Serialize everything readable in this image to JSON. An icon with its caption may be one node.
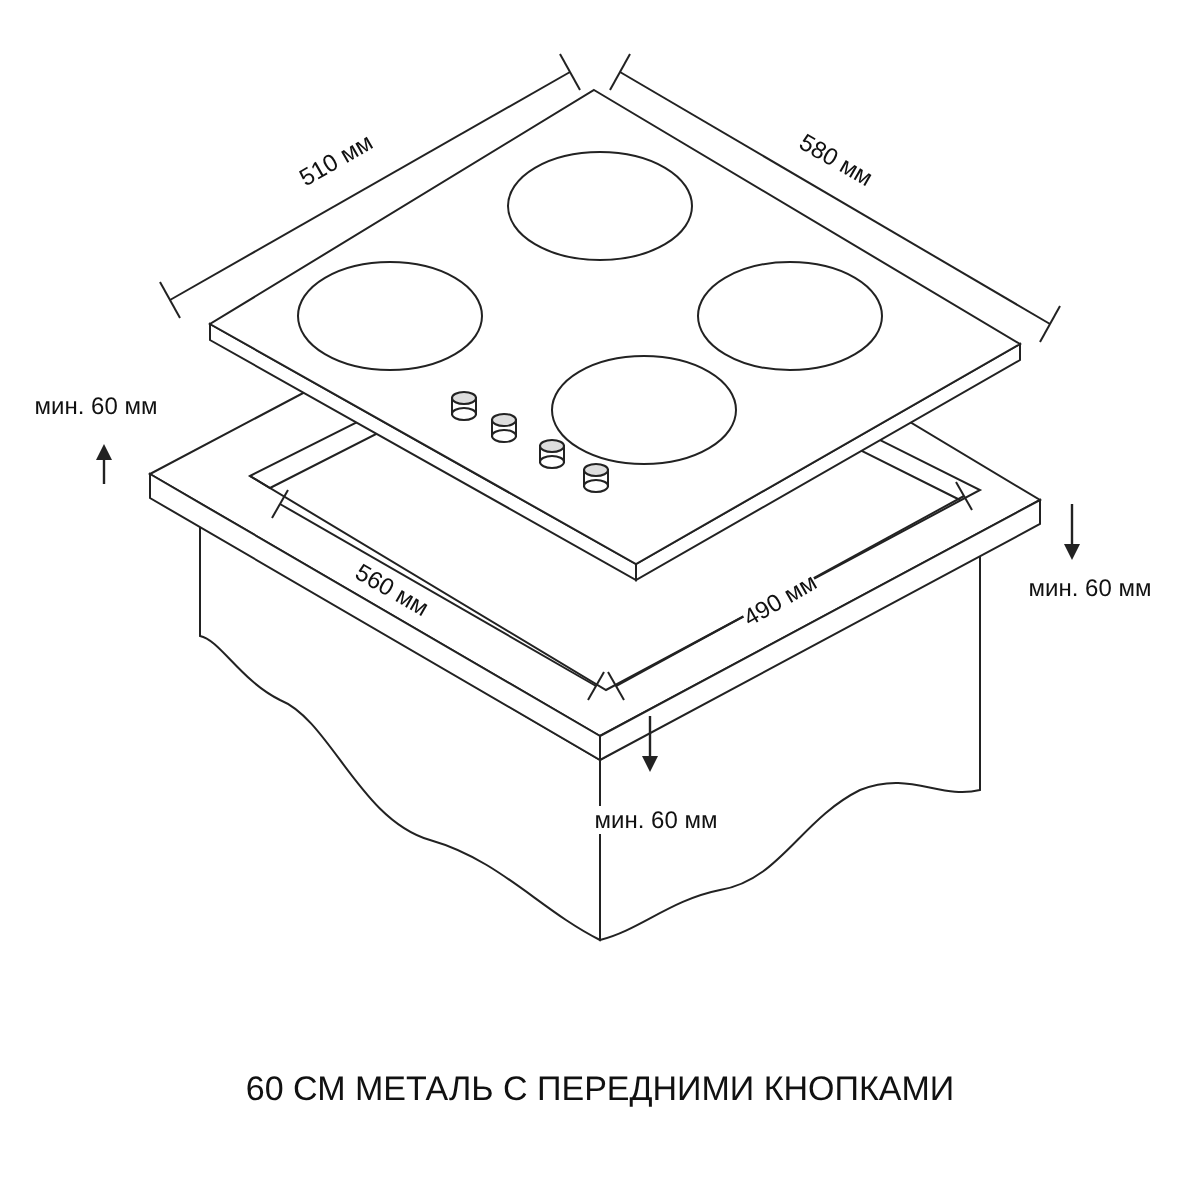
{
  "diagram": {
    "caption": "60 СМ МЕТАЛЬ С ПЕРЕДНИМИ КНОПКАМИ",
    "labels": [
      "510 мм",
      "580 мм",
      "мин. 60 мм",
      "560 мм",
      "490 мм",
      "мин. 60 мм",
      "мин. 60 мм"
    ]
  }
}
